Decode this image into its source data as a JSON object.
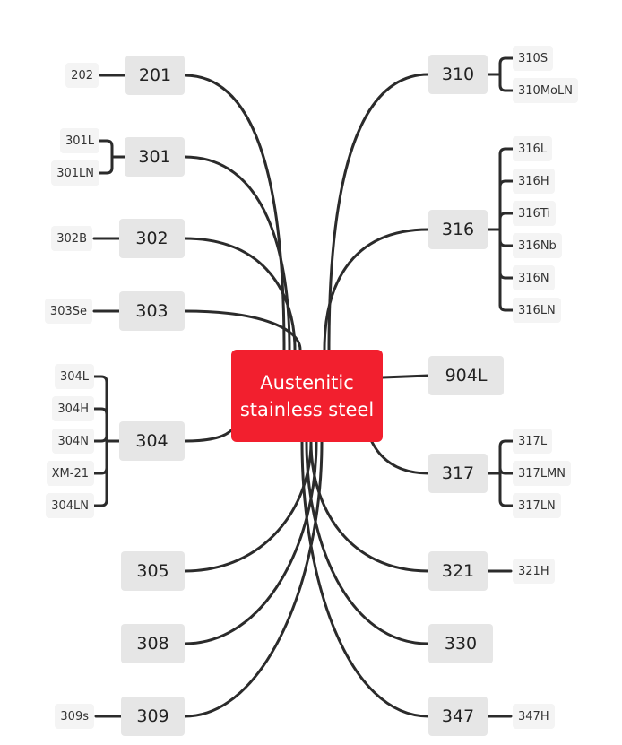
{
  "center": {
    "line1": "Austenitic",
    "line2": "stainless steel"
  },
  "left": [
    {
      "label": "201",
      "leaves": [
        "202"
      ]
    },
    {
      "label": "301",
      "leaves": [
        "301L",
        "301LN"
      ]
    },
    {
      "label": "302",
      "leaves": [
        "302B"
      ]
    },
    {
      "label": "303",
      "leaves": [
        "303Se"
      ]
    },
    {
      "label": "304",
      "leaves": [
        "304L",
        "304H",
        "304N",
        "XM-21",
        "304LN"
      ]
    },
    {
      "label": "305",
      "leaves": []
    },
    {
      "label": "308",
      "leaves": []
    },
    {
      "label": "309",
      "leaves": [
        "309s"
      ]
    }
  ],
  "right": [
    {
      "label": "310",
      "leaves": [
        "310S",
        "310MoLN"
      ]
    },
    {
      "label": "316",
      "leaves": [
        "316L",
        "316H",
        "316Ti",
        "316Nb",
        "316N",
        "316LN"
      ]
    },
    {
      "label": "904L",
      "leaves": []
    },
    {
      "label": "317",
      "leaves": [
        "317L",
        "317LMN",
        "317LN"
      ]
    },
    {
      "label": "321",
      "leaves": [
        "321H"
      ]
    },
    {
      "label": "330",
      "leaves": []
    },
    {
      "label": "347",
      "leaves": [
        "347H"
      ]
    }
  ]
}
